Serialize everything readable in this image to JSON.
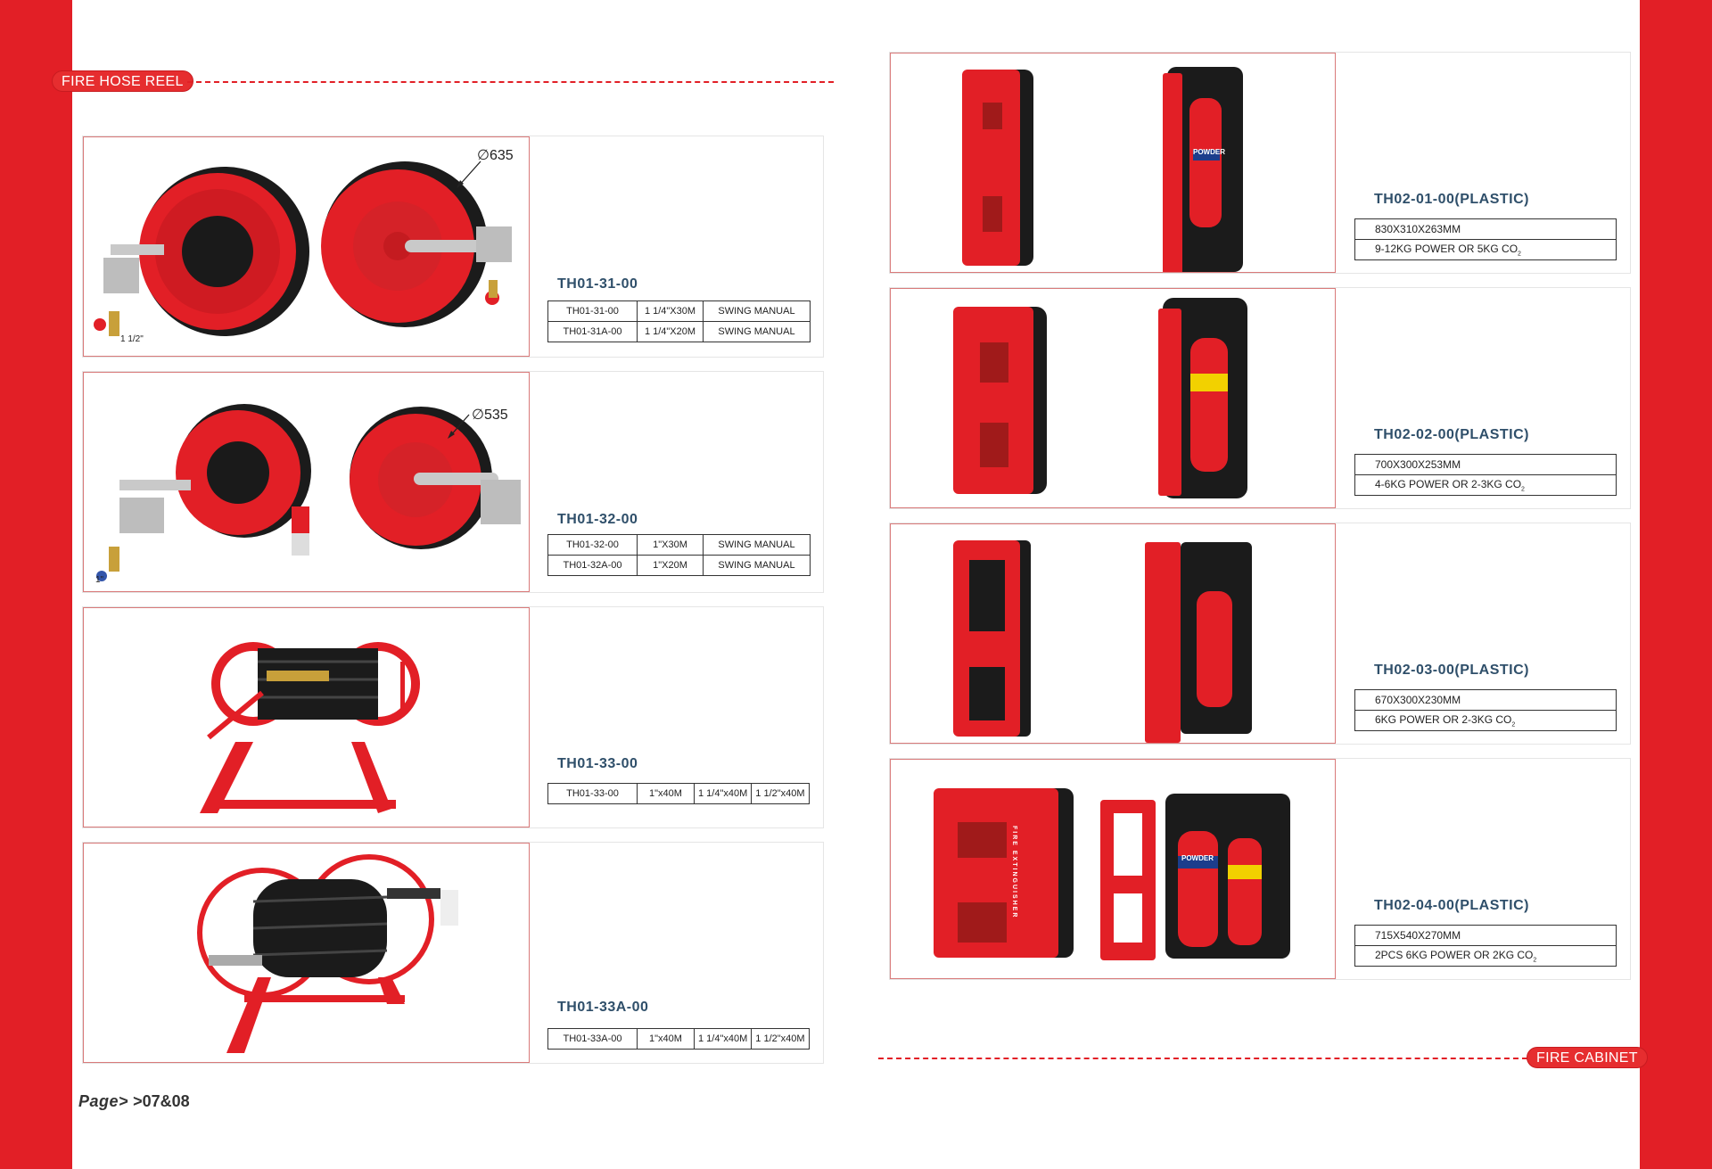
{
  "left_section": {
    "tag": "FIRE HOSE REEL"
  },
  "right_section": {
    "tag": "FIRE CABINET"
  },
  "hose_reels": [
    {
      "model": "TH01-31-00",
      "diameter": "∅635",
      "size_note": "1 1/2\"",
      "rows": [
        [
          "TH01-31-00",
          "1 1/4\"X30M",
          "SWING MANUAL"
        ],
        [
          "TH01-31A-00",
          "1 1/4\"X20M",
          "SWING MANUAL"
        ]
      ]
    },
    {
      "model": "TH01-32-00",
      "diameter": "∅535",
      "size_note": "1\"",
      "rows": [
        [
          "TH01-32-00",
          "1\"X30M",
          "SWING MANUAL"
        ],
        [
          "TH01-32A-00",
          "1\"X20M",
          "SWING MANUAL"
        ]
      ]
    },
    {
      "model": "TH01-33-00",
      "rows": [
        [
          "TH01-33-00",
          "1\"x40M",
          "1 1/4\"x40M",
          "1 1/2\"x40M"
        ]
      ]
    },
    {
      "model": "TH01-33A-00",
      "rows": [
        [
          "TH01-33A-00",
          "1\"x40M",
          "1 1/4\"x40M",
          "1 1/2\"x40M"
        ]
      ]
    }
  ],
  "cabinets": [
    {
      "model": "TH02-01-00(PLASTIC)",
      "dims": "830X310X263MM",
      "capacity": "9-12KG POWER OR 5KG CO",
      "sub": "2"
    },
    {
      "model": "TH02-02-00(PLASTIC)",
      "dims": "700X300X253MM",
      "capacity": "4-6KG POWER OR 2-3KG CO",
      "sub": "2"
    },
    {
      "model": "TH02-03-00(PLASTIC)",
      "dims": "670X300X230MM",
      "capacity": "6KG POWER OR 2-3KG CO",
      "sub": "2"
    },
    {
      "model": "TH02-04-00(PLASTIC)",
      "dims": "715X540X270MM",
      "capacity": "2PCS 6KG POWER OR 2KG CO",
      "sub": "2"
    }
  ],
  "cabinet_labels": {
    "powder": "POWDER",
    "vertical": "FIRE EXTINGUISHER"
  },
  "footer": {
    "prefix": "Page>",
    "pages": ">07&08"
  },
  "colors": {
    "brand_red": "#e21f26",
    "title_blue": "#2f4f6a"
  }
}
